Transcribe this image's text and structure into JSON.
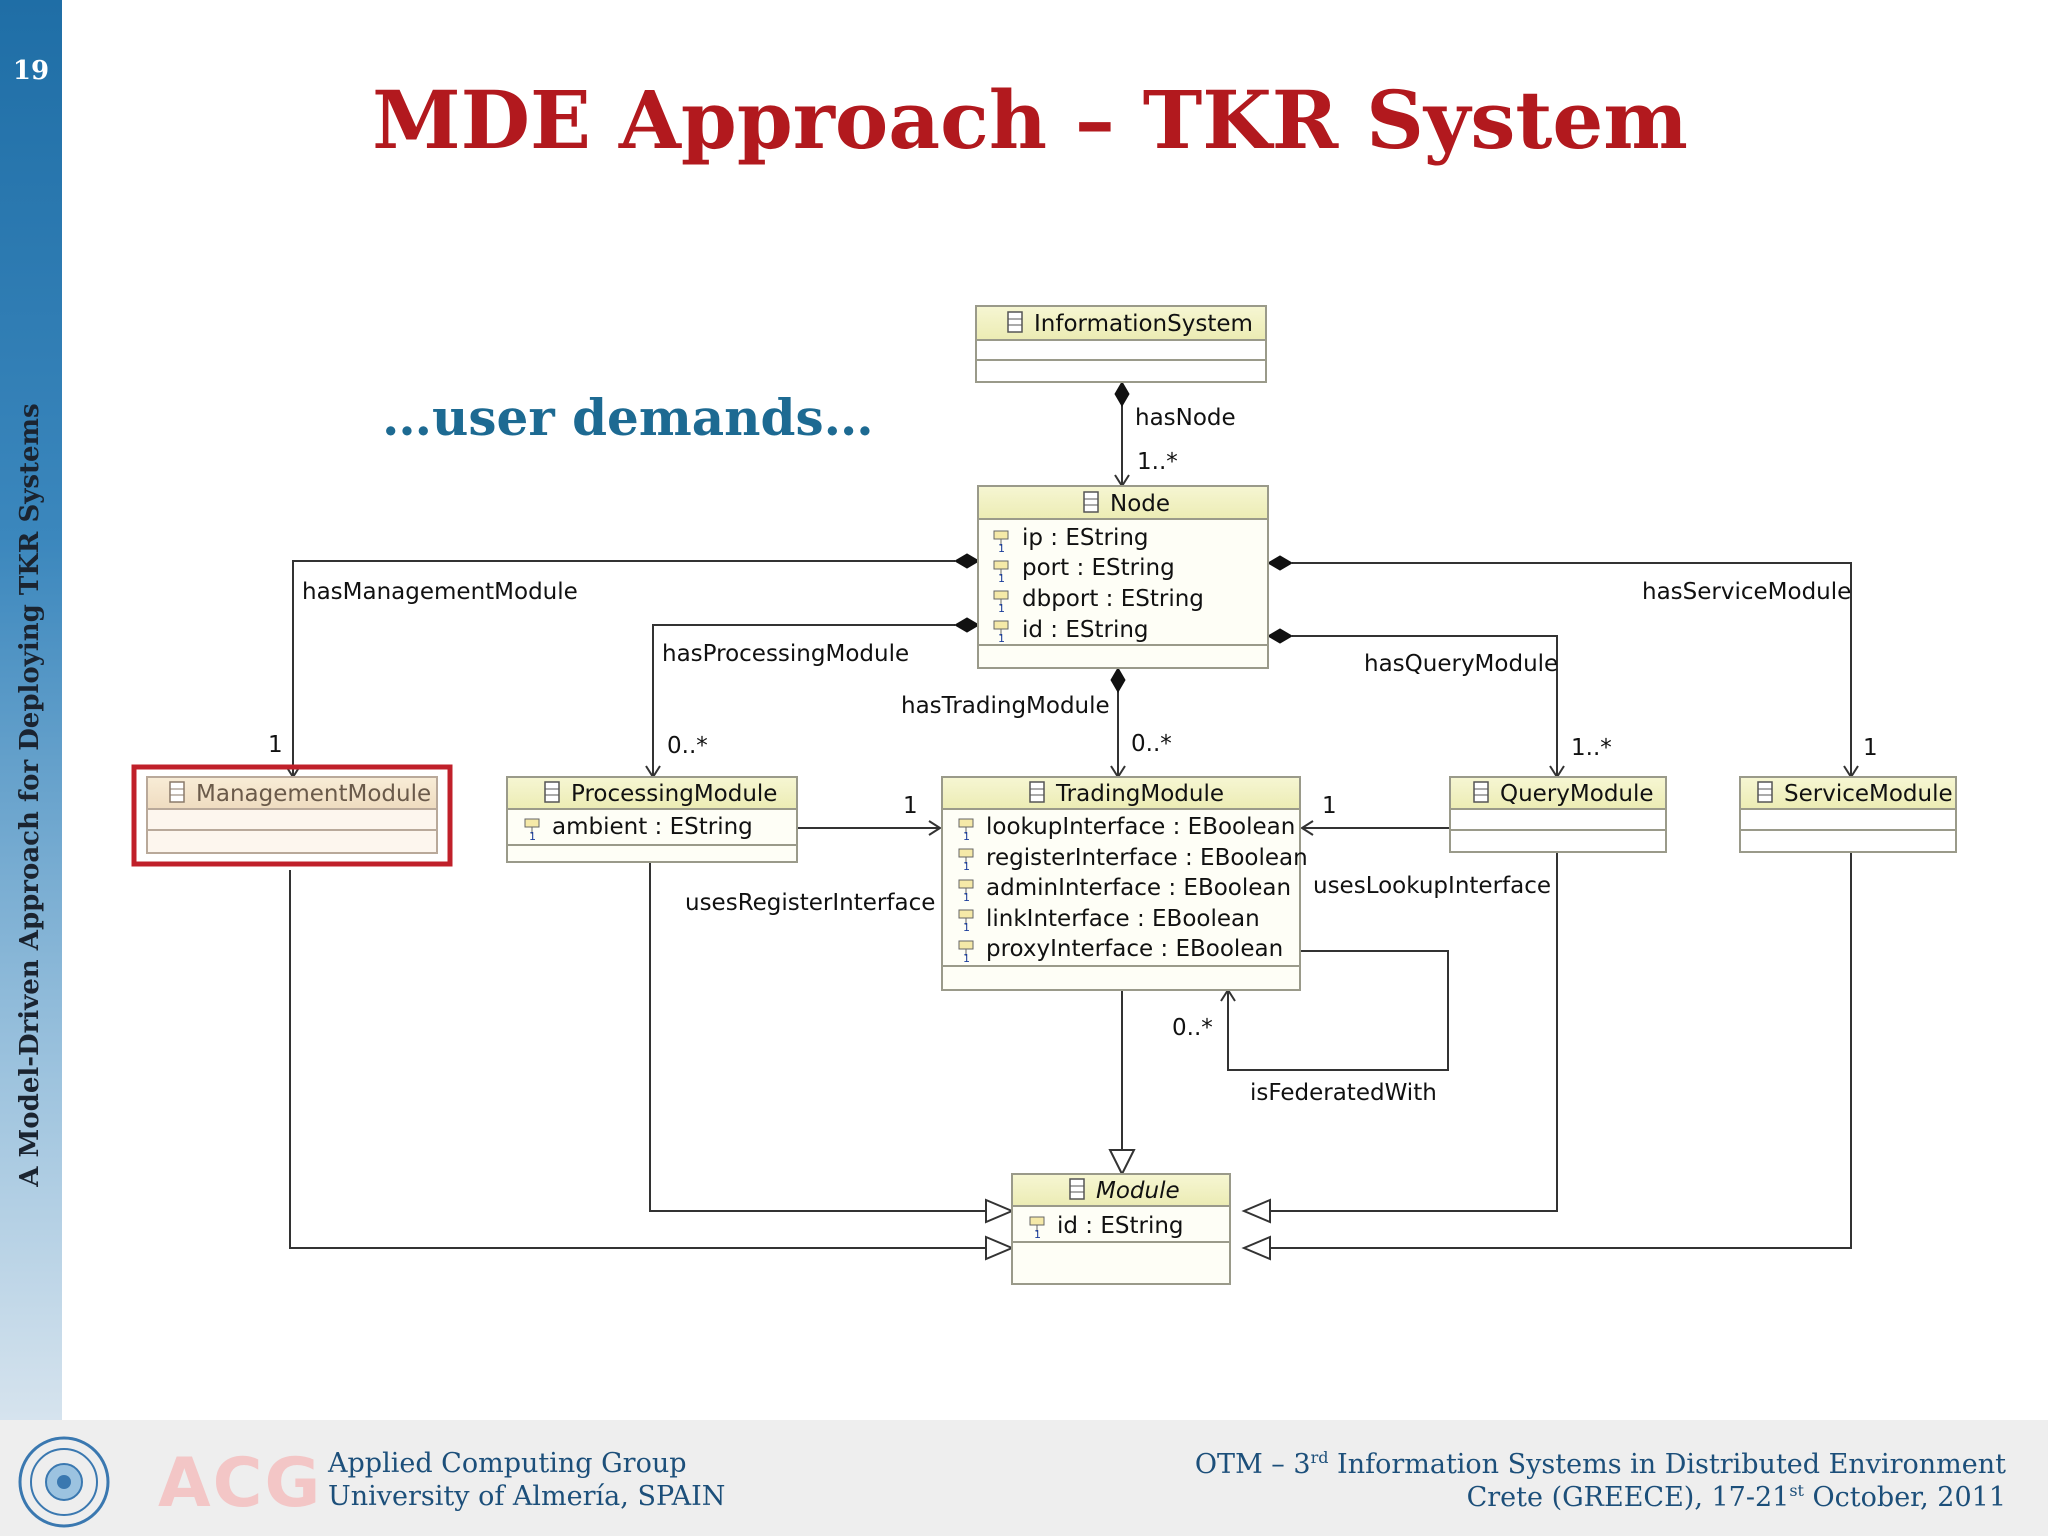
{
  "slide": {
    "number": "19",
    "title": "MDE Approach – TKR System",
    "subtitle": "…user demands…",
    "side_label": "A Model-Driven Approach for Deploying TKR Systems"
  },
  "diagram": {
    "classes": {
      "information_system": {
        "name": "InformationSystem",
        "attributes": []
      },
      "node": {
        "name": "Node",
        "attributes": [
          "ip : EString",
          "port : EString",
          "dbport : EString",
          "id : EString"
        ]
      },
      "management_module": {
        "name": "ManagementModule",
        "attributes": [],
        "highlighted": true
      },
      "processing_module": {
        "name": "ProcessingModule",
        "attributes": [
          "ambient : EString"
        ]
      },
      "trading_module": {
        "name": "TradingModule",
        "attributes": [
          "lookupInterface : EBoolean",
          "registerInterface : EBoolean",
          "adminInterface : EBoolean",
          "linkInterface : EBoolean",
          "proxyInterface : EBoolean"
        ]
      },
      "query_module": {
        "name": "QueryModule",
        "attributes": []
      },
      "service_module": {
        "name": "ServiceModule",
        "attributes": []
      },
      "module": {
        "name": "Module",
        "attributes": [
          "id : EString"
        ],
        "abstract": true
      }
    },
    "relations": {
      "has_node": {
        "label": "hasNode",
        "multiplicity": "1..*"
      },
      "has_management_module": {
        "label": "hasManagementModule",
        "multiplicity": "1"
      },
      "has_processing_module": {
        "label": "hasProcessingModule",
        "multiplicity": "0..*"
      },
      "has_trading_module": {
        "label": "hasTradingModule",
        "multiplicity": "0..*"
      },
      "has_query_module": {
        "label": "hasQueryModule",
        "multiplicity": "1..*"
      },
      "has_service_module": {
        "label": "hasServiceModule",
        "multiplicity": "1"
      },
      "uses_register_interface": {
        "label": "usesRegisterInterface",
        "multiplicity": "1"
      },
      "uses_lookup_interface": {
        "label": "usesLookupInterface",
        "multiplicity": "1"
      },
      "is_federated_with": {
        "label": "isFederatedWith",
        "multiplicity": "0..*"
      }
    }
  },
  "footer": {
    "logo_text": "ACG",
    "group_line1": "Applied Computing Group",
    "group_line2": "University of Almería, SPAIN",
    "event_line1_pre": "OTM – 3",
    "event_line1_sup": "rd",
    "event_line1_post": " Information Systems in Distributed Environment",
    "event_line2_pre": "Crete (GREECE), 17-21",
    "event_line2_sup": "st",
    "event_line2_post": " October, 2011"
  },
  "colors": {
    "title": "#b2191e",
    "subtitle": "#1d6a92",
    "class_header": "#f3f3c4",
    "class_border": "#9a9a8a",
    "highlight": "#c0202a"
  }
}
